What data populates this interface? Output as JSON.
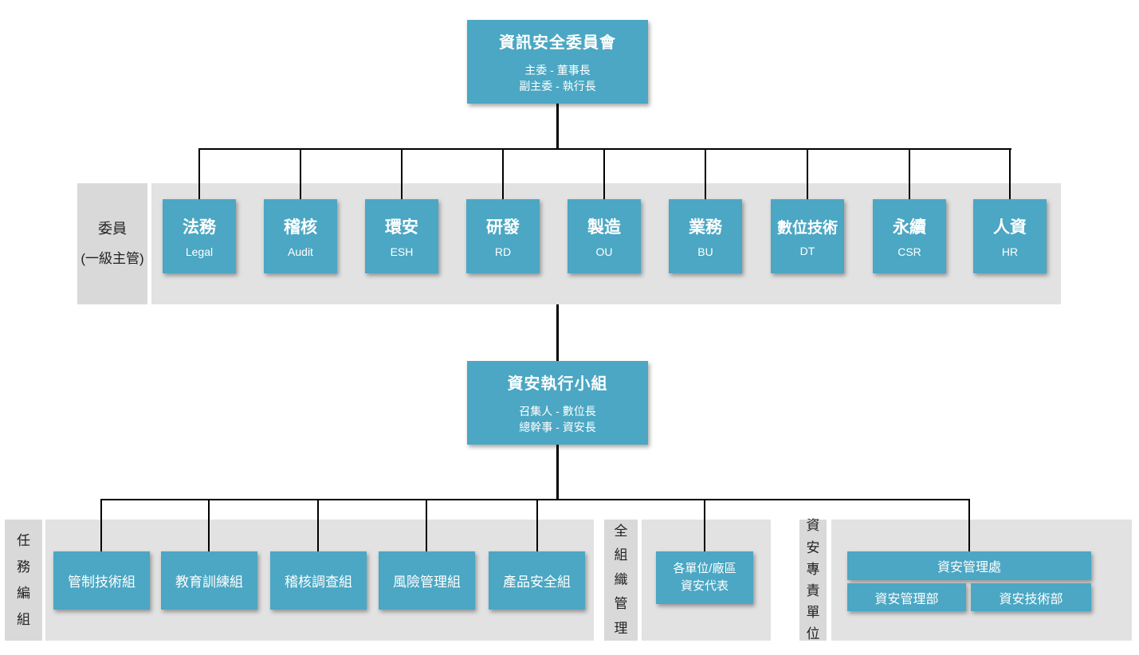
{
  "palette": {
    "node_teal": "#4ba7c3",
    "band_gray": "#e2e2e2",
    "label_gray": "#d9d9d9",
    "connector_black": "#000000",
    "node_text": "#ffffff",
    "label_text": "#222222"
  },
  "committee": {
    "title": "資訊安全委員會",
    "subtitle_line1": "主委 - 董事長",
    "subtitle_line2": "副主委 - 執行長",
    "section_label_line1": "委員",
    "section_label_line2": "(一級主管)",
    "members": [
      {
        "title": "法務",
        "subtitle": "Legal"
      },
      {
        "title": "稽核",
        "subtitle": "Audit"
      },
      {
        "title": "環安",
        "subtitle": "ESH"
      },
      {
        "title": "研發",
        "subtitle": "RD"
      },
      {
        "title": "製造",
        "subtitle": "OU"
      },
      {
        "title": "業務",
        "subtitle": "BU"
      },
      {
        "title": "數位技術",
        "subtitle": "DT"
      },
      {
        "title": "永續",
        "subtitle": "CSR"
      },
      {
        "title": "人資",
        "subtitle": "HR"
      }
    ]
  },
  "execution_team": {
    "title": "資安執行小組",
    "subtitle_line1": "召集人 - 數位長",
    "subtitle_line2": "總幹事 - 資安長"
  },
  "task_groups": {
    "section_label": "任務編組",
    "groups": [
      {
        "name": "管制技術組"
      },
      {
        "name": "教育訓練組"
      },
      {
        "name": "稽核調查組"
      },
      {
        "name": "風險管理組"
      },
      {
        "name": "產品安全組"
      }
    ]
  },
  "org_wide": {
    "section_label": "全組織管理",
    "box_line1": "各單位/廠區",
    "box_line2": "資安代表"
  },
  "dedicated_unit": {
    "section_label": "資安專責單位",
    "division": "資安管理處",
    "departments": [
      {
        "name": "資安管理部"
      },
      {
        "name": "資安技術部"
      }
    ]
  }
}
